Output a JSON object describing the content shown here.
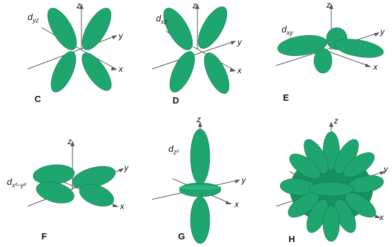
{
  "colors": {
    "lobe": "#1fa56e",
    "lobe_dark": "#137a4f",
    "axis": "#555555",
    "text": "#111111"
  },
  "axes": {
    "x": "x",
    "y": "y",
    "z": "z"
  },
  "panels": [
    {
      "letter": "C",
      "orbital": {
        "base": "d",
        "sub": "yz",
        "sup": ""
      }
    },
    {
      "letter": "D",
      "orbital": {
        "base": "d",
        "sub": "xz",
        "sup": ""
      }
    },
    {
      "letter": "E",
      "orbital": {
        "base": "d",
        "sub": "xy",
        "sup": ""
      }
    },
    {
      "letter": "F",
      "orbital": {
        "base": "d",
        "sub": "x²−y²",
        "sup": ""
      }
    },
    {
      "letter": "G",
      "orbital": {
        "base": "d",
        "sub": "z²",
        "sup": ""
      }
    },
    {
      "letter": "H",
      "orbital": null
    }
  ]
}
